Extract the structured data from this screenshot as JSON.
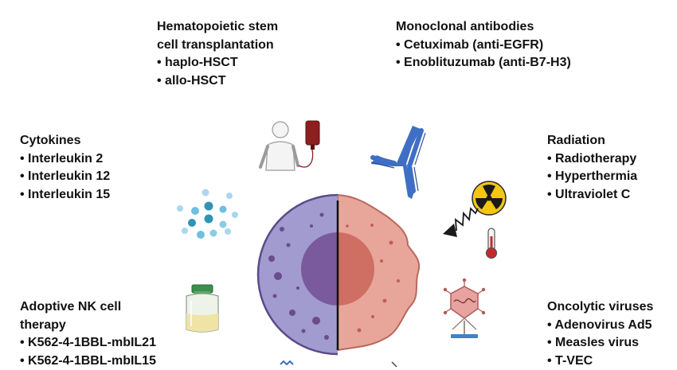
{
  "blocks": {
    "hsct": {
      "title": [
        "Hematopoietic stem",
        "cell transplantation"
      ],
      "items": [
        "haplo-HSCT",
        "allo-HSCT"
      ]
    },
    "antibodies": {
      "title": [
        "Monoclonal antibodies"
      ],
      "items": [
        "Cetuximab (anti-EGFR)",
        "Enoblituzumab (anti-B7-H3)"
      ]
    },
    "cytokines": {
      "title": [
        "Cytokines"
      ],
      "items": [
        "Interleukin 2",
        "Interleukin 12",
        "Interleukin 15"
      ]
    },
    "radiation": {
      "title": [
        "Radiation"
      ],
      "items": [
        "Radiotherapy",
        "Hyperthermia",
        "Ultraviolet C"
      ]
    },
    "nk": {
      "title": [
        "Adoptive NK cell",
        "therapy"
      ],
      "items": [
        "K562-4-1BBL-mbIL21",
        "K562-4-1BBL-mbIL15"
      ]
    },
    "viruses": {
      "title": [
        "Oncolytic viruses"
      ],
      "items": [
        "Adenovirus Ad5",
        "Measles virus",
        "T-VEC"
      ]
    }
  },
  "icons": [
    "patient-transfusion-icon",
    "antibody-icon",
    "cytokine-dots-icon",
    "radiation-hazard-icon",
    "thermometer-icon",
    "cell-culture-flask-icon",
    "virus-icon"
  ],
  "colors": {
    "nk_cell_fill": "#a19bcf",
    "nk_cell_nucleus": "#7a5a9d",
    "tumor_cell_fill": "#e8a69a",
    "tumor_cell_nucleus": "#cf6e63",
    "antibody_blue": "#3f6fc4",
    "radiation_yellow": "#f3c614"
  }
}
